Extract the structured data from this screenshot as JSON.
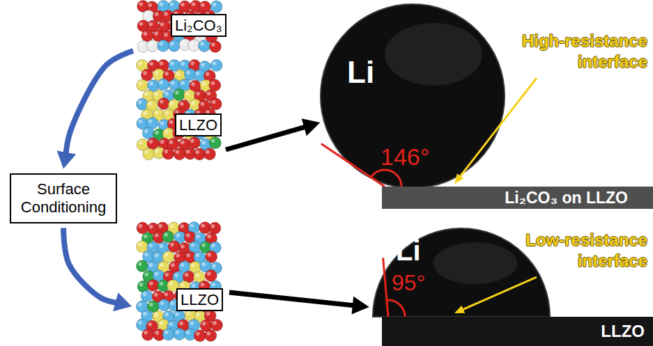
{
  "diagram": {
    "nodes": [
      {
        "text": [
          "Li₂CO₃"
        ]
      },
      {
        "text": [
          "LLZO"
        ]
      },
      {
        "text": [
          "Surface Conditioning"
        ]
      },
      {
        "text": [
          "LLZO"
        ]
      },
      {
        "text": [
          "Li"
        ]
      },
      {
        "text": [
          "Li₂CO₃ on LLZO"
        ]
      },
      {
        "text": [
          "Li"
        ]
      },
      {
        "text": [
          "LLZO"
        ]
      }
    ],
    "edges": [
      {
        "from": 0,
        "to": 2,
        "arrow": "to"
      },
      {
        "from": 2,
        "to": 3,
        "arrow": "to"
      },
      {
        "from": 1,
        "to": 4,
        "arrow": "to"
      },
      {
        "from": 3,
        "to": 6,
        "arrow": "to"
      }
    ],
    "labels": [
      "146°",
      "High-resistance interface",
      "95°",
      "Low-resistance interface"
    ]
  }
}
